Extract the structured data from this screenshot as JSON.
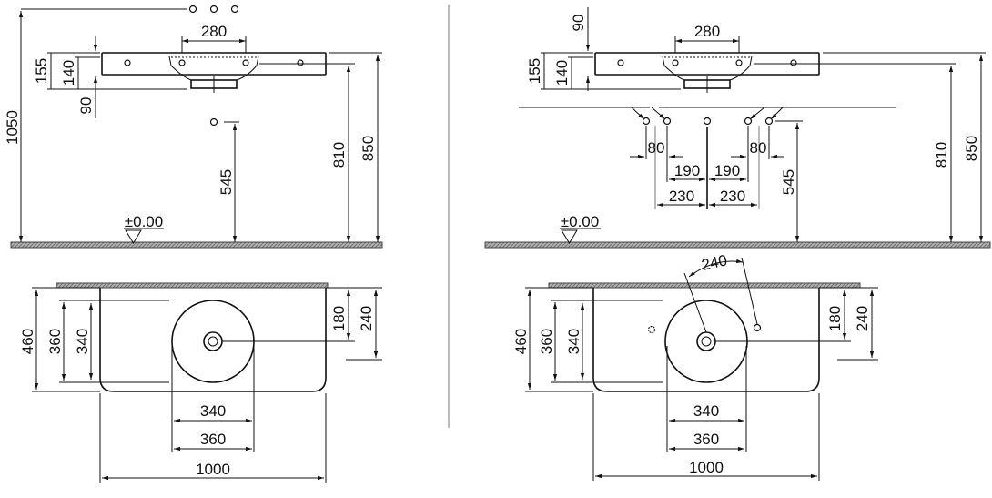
{
  "left": {
    "side": {
      "d1050": "1050",
      "d280": "280",
      "d155": "155",
      "d140": "140",
      "d90": "90",
      "d545": "545",
      "d810": "810",
      "d850": "850",
      "level": "±0.00"
    },
    "plan": {
      "d460": "460",
      "d360": "360",
      "d340": "340",
      "d180": "180",
      "d240": "240",
      "w340": "340",
      "w360": "360",
      "w1000": "1000"
    }
  },
  "right": {
    "side": {
      "d90": "90",
      "d280": "280",
      "d155": "155",
      "d140": "140",
      "d80a": "80",
      "d80b": "80",
      "d190a": "190",
      "d190b": "190",
      "d230a": "230",
      "d230b": "230",
      "d545": "545",
      "d810": "810",
      "d850": "850",
      "level": "±0.00"
    },
    "plan": {
      "d240a": "240",
      "d460": "460",
      "d360": "360",
      "d340": "340",
      "d180": "180",
      "d240": "240",
      "w340": "340",
      "w360": "360",
      "w1000": "1000"
    }
  }
}
